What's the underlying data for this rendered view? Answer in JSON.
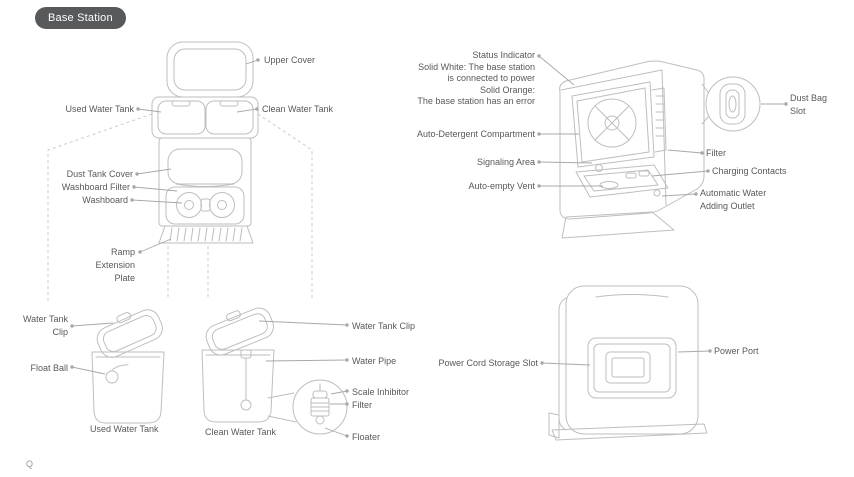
{
  "badge": {
    "label": "Base Station"
  },
  "footnote": "Q",
  "colors": {
    "badge_bg": "#58595b",
    "label_text": "#58595b",
    "leader_line": "#a6a8ab",
    "artwork_line": "#bcbec0",
    "dashed_guide": "#c9cbcd"
  },
  "front_view": {
    "labels": {
      "upper_cover": "Upper Cover",
      "used_water_tank": "Used Water Tank",
      "clean_water_tank": "Clean Water Tank",
      "dust_tank_cover": "Dust Tank Cover",
      "washboard_filter": "Washboard Filter",
      "washboard": "Washboard",
      "ramp_extension_plate": [
        "Ramp",
        "Extension",
        "Plate"
      ]
    }
  },
  "tanks_detail": {
    "labels": {
      "water_tank_clip_left": [
        "Water Tank",
        "Clip"
      ],
      "float_ball": "Float Ball",
      "water_tank_clip_right": "Water Tank Clip",
      "water_pipe": "Water Pipe",
      "scale_inhibitor": "Scale Inhibitor",
      "filter": "Filter",
      "floater": "Floater"
    },
    "captions": {
      "used_water_tank": "Used Water Tank",
      "clean_water_tank": "Clean Water Tank"
    }
  },
  "angled_view": {
    "labels": {
      "status_indicator": [
        "Status Indicator",
        "Solid White: The base station",
        "is connected to power",
        "Solid Orange:",
        "The base station has an error"
      ],
      "auto_detergent_compartment": "Auto-Detergent Compartment",
      "signaling_area": "Signaling Area",
      "auto_empty_vent": "Auto-empty Vent",
      "dust_bag_slot": [
        "Dust Bag",
        "Slot"
      ],
      "filter": "Filter",
      "charging_contacts": "Charging Contacts",
      "automatic_water_adding_outlet": [
        "Automatic Water",
        "Adding Outlet"
      ]
    }
  },
  "back_view": {
    "labels": {
      "power_cord_storage_slot": "Power Cord Storage Slot",
      "power_port": "Power Port"
    }
  }
}
